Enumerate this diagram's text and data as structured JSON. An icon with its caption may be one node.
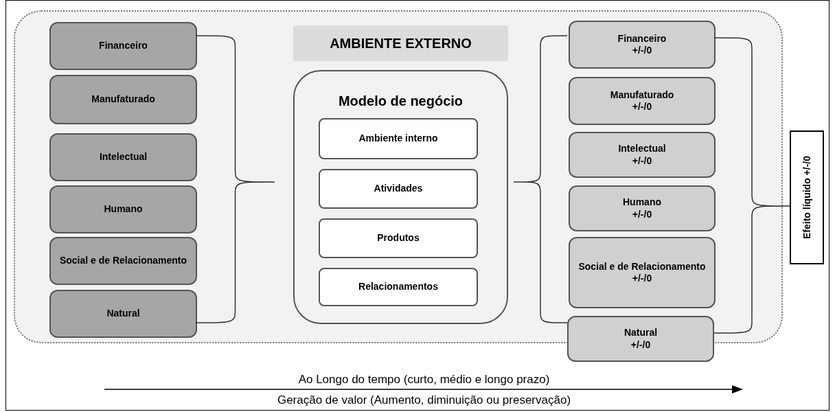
{
  "diagram": {
    "nodes": [
      {
        "text": [
          "AMBIENTE EXTERNO"
        ]
      },
      {
        "text": [
          "Financeiro"
        ],
        "in": 0
      },
      {
        "text": [
          "Manufaturado"
        ],
        "in": 0
      },
      {
        "text": [
          "Intelectual"
        ],
        "in": 0
      },
      {
        "text": [
          "Humano"
        ],
        "in": 0
      },
      {
        "text": [
          "Social e de Relacionamento"
        ],
        "in": 0
      },
      {
        "text": [
          "Natural"
        ],
        "in": 0
      },
      {
        "text": [
          "Modelo de negócio"
        ],
        "in": 0
      },
      {
        "text": [
          "Ambiente interno"
        ],
        "in": 7
      },
      {
        "text": [
          "Atividades"
        ],
        "in": 7
      },
      {
        "text": [
          "Produtos"
        ],
        "in": 7
      },
      {
        "text": [
          "Relacionamentos"
        ],
        "in": 7
      },
      {
        "text": [
          "Financeiro",
          "+/-/0"
        ],
        "in": 0
      },
      {
        "text": [
          "Manufaturado",
          "+/-/0"
        ],
        "in": 0
      },
      {
        "text": [
          "Intelectual",
          "+/-/0"
        ],
        "in": 0
      },
      {
        "text": [
          "Humano",
          "+/-/0"
        ],
        "in": 0
      },
      {
        "text": [
          "Social e de Relacionamento",
          "+/-/0"
        ],
        "in": 0
      },
      {
        "text": [
          "Natural",
          "+/-/0"
        ]
      },
      {
        "text": [
          "Efeito líquido +/-/0"
        ]
      }
    ],
    "edges": [],
    "labels": [
      "Ao Longo do tempo (curto, médio e longo prazo)",
      "Geração de valor (Aumento, diminuição ou preservação)"
    ]
  }
}
